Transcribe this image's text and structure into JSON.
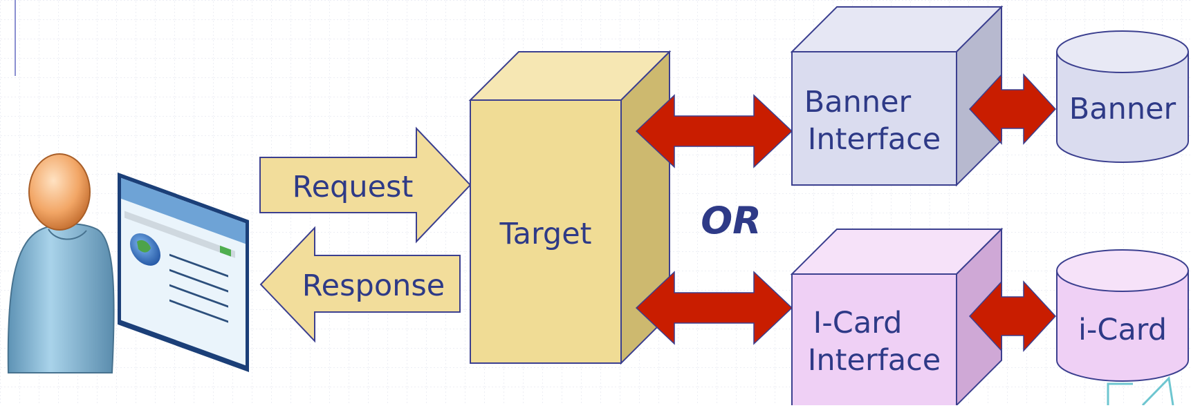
{
  "diagram": {
    "client": {
      "request": "Request",
      "response": "Response"
    },
    "target": {
      "label": "Target"
    },
    "separator": "OR",
    "banner": {
      "interface_line1": "Banner",
      "interface_line2": "Interface",
      "db": "Banner"
    },
    "icard": {
      "interface_line1": "I-Card",
      "interface_line2": "Interface",
      "db": "i-Card"
    }
  },
  "colors": {
    "text": "#2e3a87",
    "outline": "#3b3f8f",
    "block_arrow_fill": "#f2dd9b",
    "target_front": "#f0dc95",
    "target_side": "#cdb96f",
    "banner_front": "#dadcef",
    "banner_side": "#b7b9cf",
    "icard_front": "#efd0f5",
    "icard_side": "#cfa8d6",
    "double_arrow": "#c91d00"
  }
}
